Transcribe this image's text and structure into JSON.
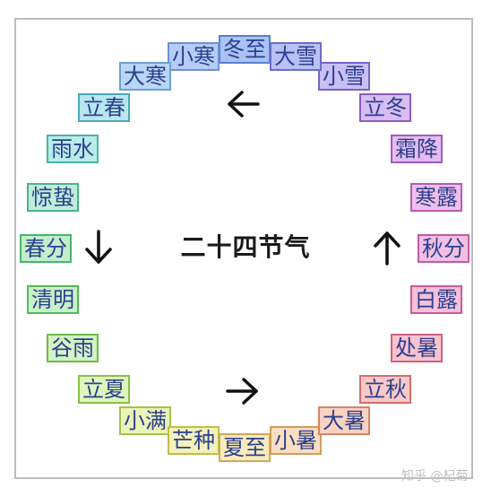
{
  "title": "二十四节气",
  "watermark": "知乎 @杞菊",
  "terms": [
    {
      "label": "冬至",
      "bg": "#a9c3f2",
      "border": "#5b7fcf"
    },
    {
      "label": "小寒",
      "bg": "#b5cdf6",
      "border": "#6f8fd6"
    },
    {
      "label": "大寒",
      "bg": "#b8d6f5",
      "border": "#6e9fd4"
    },
    {
      "label": "立春",
      "bg": "#b8e6ef",
      "border": "#4aa9b8"
    },
    {
      "label": "雨水",
      "bg": "#b9ece8",
      "border": "#4ab3a8"
    },
    {
      "label": "惊蛰",
      "bg": "#bdeed8",
      "border": "#4ab38a"
    },
    {
      "label": "春分",
      "bg": "#c1efcd",
      "border": "#4ab56a"
    },
    {
      "label": "清明",
      "bg": "#c9f1c9",
      "border": "#55b855"
    },
    {
      "label": "谷雨",
      "bg": "#d3f3c2",
      "border": "#6cbb4a"
    },
    {
      "label": "立夏",
      "bg": "#dff5bd",
      "border": "#86c04a"
    },
    {
      "label": "小满",
      "bg": "#ebf5b9",
      "border": "#a2c24a"
    },
    {
      "label": "芒种",
      "bg": "#f3f2b9",
      "border": "#c0bd4a"
    },
    {
      "label": "夏至",
      "bg": "#f7ebbc",
      "border": "#cfa95a"
    },
    {
      "label": "小暑",
      "bg": "#f9dfc0",
      "border": "#d69a5e"
    },
    {
      "label": "大暑",
      "bg": "#f9d2c3",
      "border": "#d6845e"
    },
    {
      "label": "立秋",
      "bg": "#f8c9c7",
      "border": "#d26e6e"
    },
    {
      "label": "处暑",
      "bg": "#f7c3cf",
      "border": "#cf607e"
    },
    {
      "label": "白露",
      "bg": "#f6c0d9",
      "border": "#c95c94"
    },
    {
      "label": "秋分",
      "bg": "#f3bfe3",
      "border": "#c25aaa"
    },
    {
      "label": "寒露",
      "bg": "#eebfeb",
      "border": "#b55ab8"
    },
    {
      "label": "霜降",
      "bg": "#e4bdf0",
      "border": "#a05abd"
    },
    {
      "label": "立冬",
      "bg": "#d6bdf3",
      "border": "#8a5cc4"
    },
    {
      "label": "小雪",
      "bg": "#c8bff4",
      "border": "#7a62c8"
    },
    {
      "label": "大雪",
      "bg": "#b9c1f4",
      "border": "#6a6ecc"
    }
  ],
  "arrows": [
    {
      "direction": "left"
    },
    {
      "direction": "down"
    },
    {
      "direction": "right"
    },
    {
      "direction": "up"
    }
  ]
}
